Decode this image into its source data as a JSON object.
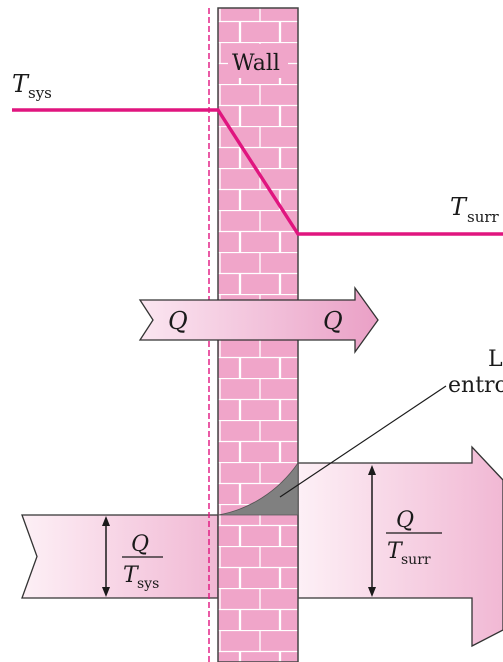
{
  "labels": {
    "wall": "Wall",
    "t_sys_symbol": "T",
    "t_sys_sub": "sys",
    "t_surr_symbol": "T",
    "t_surr_sub": "surr",
    "q_left": "Q",
    "q_right": "Q",
    "entropy_label_line1": "L",
    "entropy_label_line2": "entro",
    "frac_sys_num": "Q",
    "frac_sys_den": "T",
    "frac_sys_den_sub": "sys",
    "frac_surr_num": "Q",
    "frac_surr_den": "T",
    "frac_surr_den_sub": "surr"
  },
  "colors": {
    "temperature_line": "#e0157f",
    "wall_fill": "#f0a5c9",
    "wall_mortar": "#ffffff",
    "wall_border": "#444444",
    "arrow_gradient_start": "#fbe6f1",
    "arrow_gradient_end": "#eaa0c6",
    "arrow_outline": "#333333",
    "entropy_wedge": "#808080",
    "dashed_boundary": "#e0157f",
    "text": "#1a1a1a"
  }
}
